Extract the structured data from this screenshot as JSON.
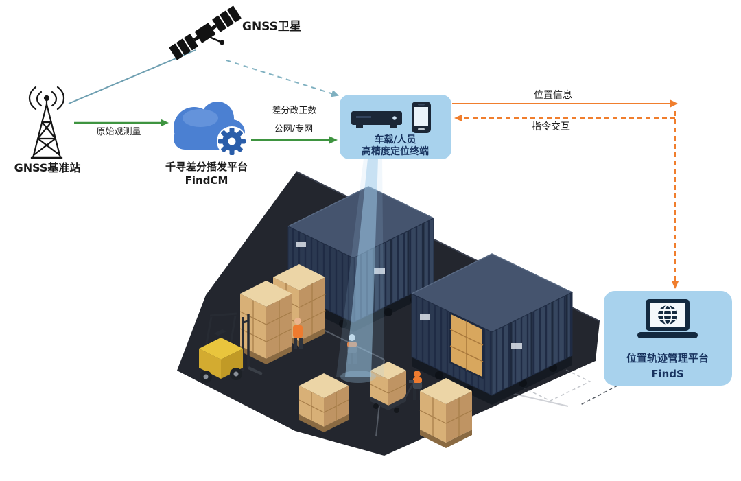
{
  "nodes": {
    "satellite": {
      "label": "GNSS卫星"
    },
    "base_station": {
      "label": "GNSS基准站"
    },
    "cloud": {
      "name": "千寻差分播发平台",
      "product": "FindCM"
    },
    "terminal": {
      "line1": "车载/人员",
      "line2": "高精度定位终端"
    },
    "management": {
      "name": "位置轨迹管理平台",
      "product": "FindS"
    }
  },
  "links": {
    "raw_observation": {
      "label": "原始观测量"
    },
    "correction": {
      "line1": "差分改正数",
      "line2": "公网/专网"
    },
    "position_info": {
      "label": "位置信息"
    },
    "command": {
      "label": "指令交互"
    }
  },
  "colors": {
    "teal_link": "#6e9fb1",
    "green_link": "#3e9440",
    "orange_link": "#f07e2d",
    "panel_blue": "#a8d2ed",
    "panel_text": "#17325e",
    "cloud_blue": "#4b80d2",
    "gear_blue": "#2a5da9",
    "container_navy": "#2b3951",
    "cargo_tan": "#d8b077",
    "floor_dark": "#23262e"
  },
  "icons": {
    "satellite": "satellite-icon",
    "base_station": "radio-tower-icon",
    "cloud": "cloud-gear-icon",
    "terminal_receiver": "gnss-receiver-icon",
    "terminal_phone": "smartphone-icon",
    "management": "laptop-globe-icon"
  }
}
